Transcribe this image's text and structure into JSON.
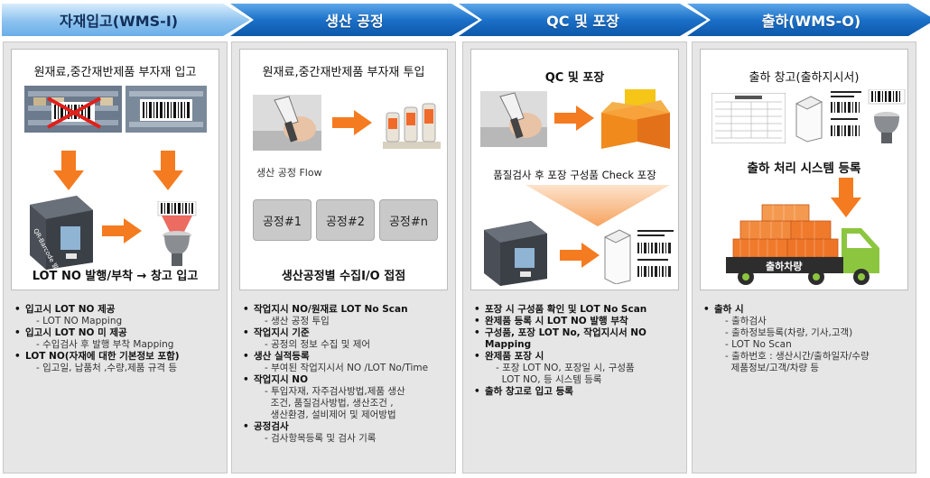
{
  "header": {
    "steps": [
      "자재입고(WMS-I)",
      "생산 공정",
      "QC 및 포장",
      "출하(WMS-O)"
    ]
  },
  "col1": {
    "title": "원재료,중간재반제품 부자재 입고",
    "printer_label": "QR-Barcode 발행/부착",
    "footer": "LOT NO 발행/부착 → 창고 입고",
    "bullets": [
      {
        "text": "입고시 LOT NO 제공",
        "subs": [
          "- LOT NO Mapping"
        ]
      },
      {
        "text": "입고시 LOT NO 미 제공",
        "subs": [
          "- 수입검사 후 발행 부착 Mapping"
        ]
      },
      {
        "text": "LOT NO(자재에 대한 기본정보 포함)",
        "subs": [
          "- 입고일, 납품처 ,수량,제품 규격 등"
        ]
      }
    ]
  },
  "col2": {
    "title": "원재료,중간재반제품 부자재 투입",
    "flow_caption": "생산 공정 Flow",
    "processes": [
      "공정#1",
      "공정#2",
      "공정#n"
    ],
    "footer": "생산공정별 수집I/O 접점",
    "bullets": [
      {
        "text": "작업지시 NO/원재료 LOT No Scan",
        "subs": [
          "- 생산 공정 투입"
        ]
      },
      {
        "text": "작업지시 기준",
        "subs": [
          "- 공정의 정보 수집 및 제어"
        ]
      },
      {
        "text": "생산 실적등록",
        "subs": [
          "- 부여된 작업지시서 NO /LOT No/Time"
        ]
      },
      {
        "text": "작업지시 NO",
        "subs": [
          "- 투입자재, 자주검사방법,제품 생산",
          "  조건, 품질검사방법, 생산조건 ,",
          "  생산환경, 설비제어 및 제어방법"
        ]
      },
      {
        "text": "공정검사",
        "subs": [
          "- 검사항목등록 및 검사 기록"
        ]
      }
    ]
  },
  "col3": {
    "title": "QC 및 포장",
    "check_caption": "품질검사 후 포장 구성품 Check 포장",
    "bullets": [
      {
        "text": "포장 시 구성품 확인 및 LOT No Scan",
        "subs": []
      },
      {
        "text": "완제품 등록 시 LOT NO 발행 부착",
        "subs": []
      },
      {
        "text": "구성품, 포장 LOT No, 작업지시서 NO Mapping",
        "subs": []
      },
      {
        "text": "완제품 포장 시",
        "subs": [
          "- 포장 LOT NO, 포장일 시, 구성품",
          "  LOT NO, 등 시스템 등록"
        ]
      },
      {
        "text": "출하 창고로 입고 등록",
        "subs": []
      }
    ]
  },
  "col4": {
    "title": "출하 창고(출하지시서)",
    "register_caption": "출하 처리 시스템 등록",
    "truck_label": "출하차량",
    "bullets": [
      {
        "text": "출하 시",
        "subs": [
          "- 출하검사",
          "- 출하정보등록(차량, 기사,고객)",
          "- LOT No Scan",
          "- 출하번호 : 생산시간/출하일자/수량",
          "  제품정보/고객/차량 등"
        ]
      }
    ]
  },
  "colors": {
    "accent": "#1b70c8",
    "arrow": "#f47b20",
    "box": "#c9c9c9"
  }
}
